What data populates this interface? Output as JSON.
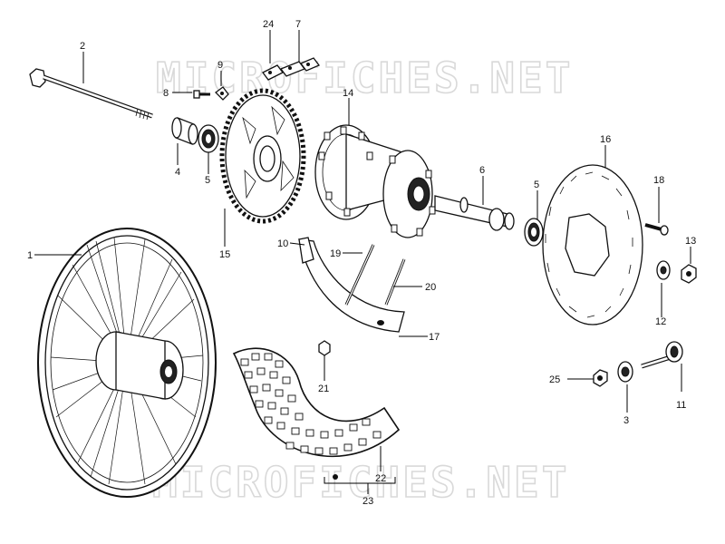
{
  "watermark": "MICROFICHES.NET",
  "callouts": [
    {
      "id": "c1",
      "text": "1"
    },
    {
      "id": "c2",
      "text": "2"
    },
    {
      "id": "c3",
      "text": "3"
    },
    {
      "id": "c4",
      "text": "4"
    },
    {
      "id": "c5a",
      "text": "5"
    },
    {
      "id": "c5b",
      "text": "5"
    },
    {
      "id": "c6",
      "text": "6"
    },
    {
      "id": "c7",
      "text": "7"
    },
    {
      "id": "c8",
      "text": "8"
    },
    {
      "id": "c9",
      "text": "9"
    },
    {
      "id": "c10",
      "text": "10"
    },
    {
      "id": "c11",
      "text": "11"
    },
    {
      "id": "c12",
      "text": "12"
    },
    {
      "id": "c13",
      "text": "13"
    },
    {
      "id": "c14",
      "text": "14"
    },
    {
      "id": "c15",
      "text": "15"
    },
    {
      "id": "c16",
      "text": "16"
    },
    {
      "id": "c17",
      "text": "17"
    },
    {
      "id": "c18",
      "text": "18"
    },
    {
      "id": "c19",
      "text": "19"
    },
    {
      "id": "c20",
      "text": "20"
    },
    {
      "id": "c21",
      "text": "21"
    },
    {
      "id": "c22",
      "text": "22"
    },
    {
      "id": "c23",
      "text": "23"
    },
    {
      "id": "c24",
      "text": "24"
    },
    {
      "id": "c25",
      "text": "25"
    }
  ]
}
